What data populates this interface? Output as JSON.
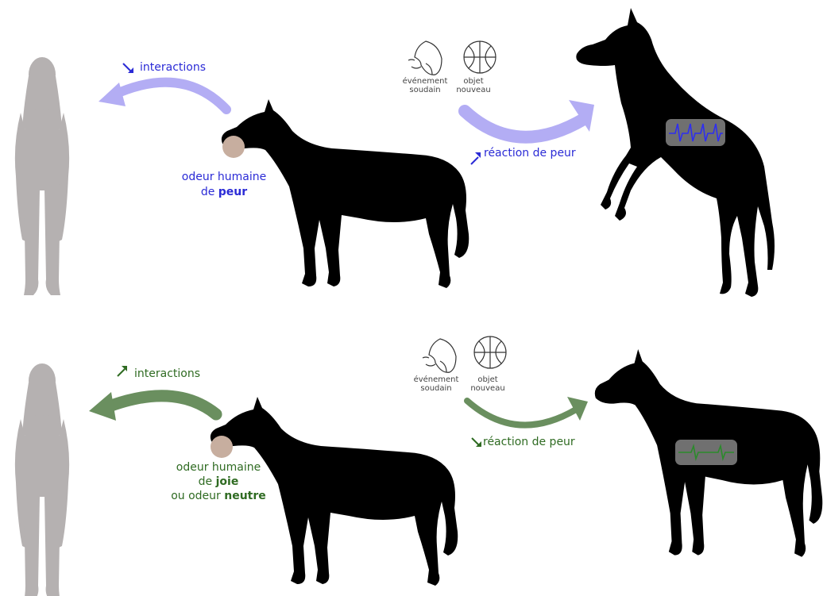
{
  "colors": {
    "fear": "#2b2bd6",
    "fear_arrow": "#b3adf4",
    "joy": "#2f6b22",
    "joy_arrow": "#6a8f5f",
    "human": "#b5b1b1",
    "horse": "#000000",
    "nose": "#c7ae9f",
    "monitor": "#707070",
    "trace_blue": "#2e2ef0",
    "trace_green": "#2b8a2b"
  },
  "icons": [
    "person-silhouette",
    "horse-silhouette",
    "rearing-horse-silhouette",
    "surprise-face-icon",
    "ball-icon",
    "heart-monitor-icon",
    "arrow-up-icon",
    "arrow-down-icon"
  ],
  "panel_fear": {
    "interactions_label": "interactions",
    "interactions_trend": "down",
    "odor_line1": "odeur humaine",
    "odor_line2_prefix": "de ",
    "odor_line2_bold": "peur",
    "stimulus_event_line1": "événement",
    "stimulus_event_line2": "soudain",
    "stimulus_object_line1": "objet",
    "stimulus_object_line2": "nouveau",
    "reaction_label": "réaction de peur",
    "reaction_trend": "up",
    "heart_rate": "high"
  },
  "panel_joy": {
    "interactions_label": "interactions",
    "interactions_trend": "up",
    "odor_line1": "odeur humaine",
    "odor_line2_prefix": "de ",
    "odor_line2_bold": "joie",
    "odor_line3_prefix": "ou odeur ",
    "odor_line3_bold": "neutre",
    "stimulus_event_line1": "événement",
    "stimulus_event_line2": "soudain",
    "stimulus_object_line1": "objet",
    "stimulus_object_line2": "nouveau",
    "reaction_label": "réaction de peur",
    "reaction_trend": "down",
    "heart_rate": "low"
  }
}
